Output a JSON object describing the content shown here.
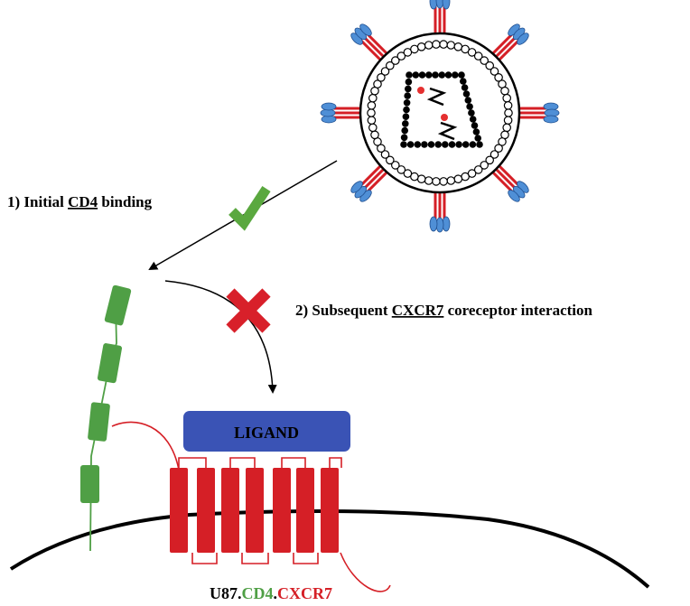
{
  "step1": {
    "prefix": "1) Initial ",
    "key": "CD4",
    "suffix": " binding"
  },
  "step2": {
    "prefix": "2) Subsequent ",
    "key": "CXCR7",
    "suffix": " coreceptor interaction"
  },
  "ligand_label": "LIGAND",
  "cell_label": {
    "part1": "U87.",
    "part2": "CD4",
    "dot": ".",
    "part3": "CXCR7"
  },
  "colors": {
    "check": "#5aa83f",
    "cross": "#d8202a",
    "cd4_domain": "#4f9f45",
    "receptor": "#d51f26",
    "ligand": "#3a53b5",
    "spike_head": "#4f8fd6",
    "membrane": "#000000"
  },
  "icons": {
    "step1_status": "check-icon",
    "step2_status": "cross-icon"
  }
}
